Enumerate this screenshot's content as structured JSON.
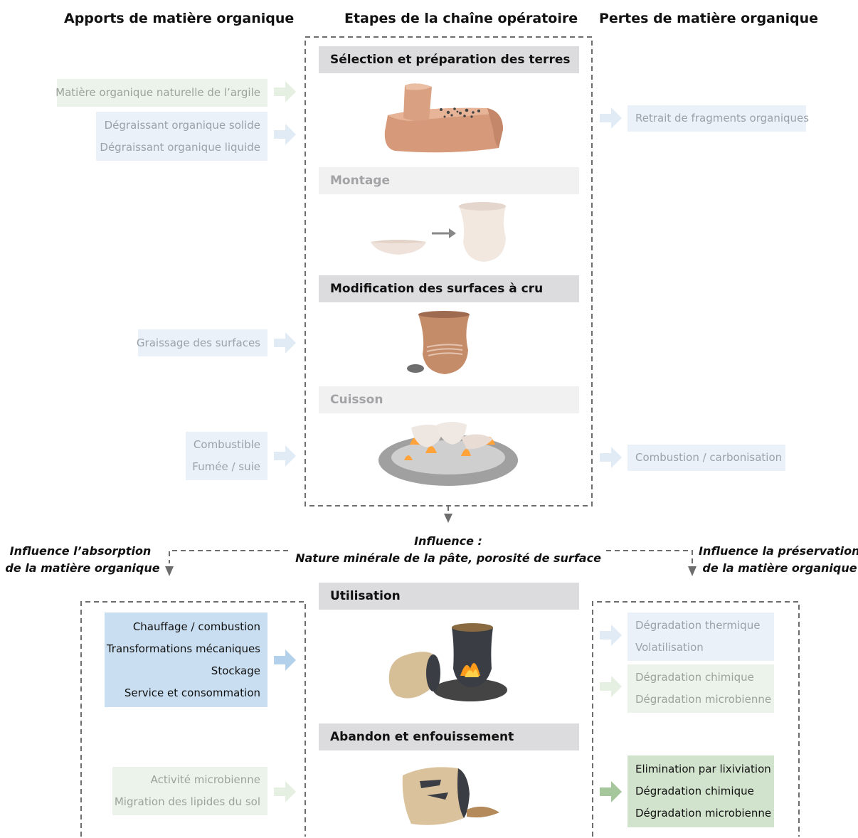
{
  "headers": {
    "inputs": "Apports de matière organique",
    "steps": "Etapes de la chaîne opératoire",
    "losses": "Pertes de matière organique"
  },
  "stages": {
    "selection": "Sélection et préparation des terres",
    "montage": "Montage",
    "modification": "Modification des surfaces à cru",
    "cuisson": "Cuisson",
    "utilisation": "Utilisation",
    "abandon": "Abandon et enfouissement"
  },
  "inputs": {
    "argile": "Matière organique naturelle de l’argile",
    "degraissant_solide": "Dégraissant organique solide",
    "degraissant_liquide": "Dégraissant organique liquide",
    "graissage": "Graissage des surfaces",
    "combustible": "Combustible",
    "fumee": "Fumée / suie",
    "chauffage": "Chauffage / combustion",
    "transformations": "Transformations  mécaniques",
    "stockage": "Stockage",
    "service": "Service et consommation",
    "activite_microbienne": "Activité microbienne",
    "migration": "Migration des lipides du sol"
  },
  "losses": {
    "retrait": "Retrait de fragments organiques",
    "combustion": "Combustion / carbonisation",
    "degradation_thermique": "Dégradation thermique",
    "volatilisation": "Volatilisation",
    "degradation_chimique_1": "Dégradation chimique",
    "degradation_microbienne_1": "Dégradation microbienne",
    "lixiviation": "Elimination par lixiviation",
    "degradation_chimique_2": "Dégradation chimique",
    "degradation_microbienne_2": "Dégradation microbienne"
  },
  "influence": {
    "center_line1": "Influence :",
    "center_line2": "Nature minérale de la pâte, porosité de surface",
    "left_line1": "Influence l’absorption",
    "left_line2": "de la matière organique",
    "right_line1": "Influence la préservation",
    "right_line2": "de la matière organique"
  },
  "colors": {
    "green_faint": "#ecf3ea",
    "blue_faint": "#eaf1f8",
    "blue_strong": "#c9def0",
    "green_strong": "#d2e3cd",
    "stage_strong": "#dcdcde",
    "stage_faded": "#f1f1f2",
    "dashed_border": "#6d6d6d"
  }
}
